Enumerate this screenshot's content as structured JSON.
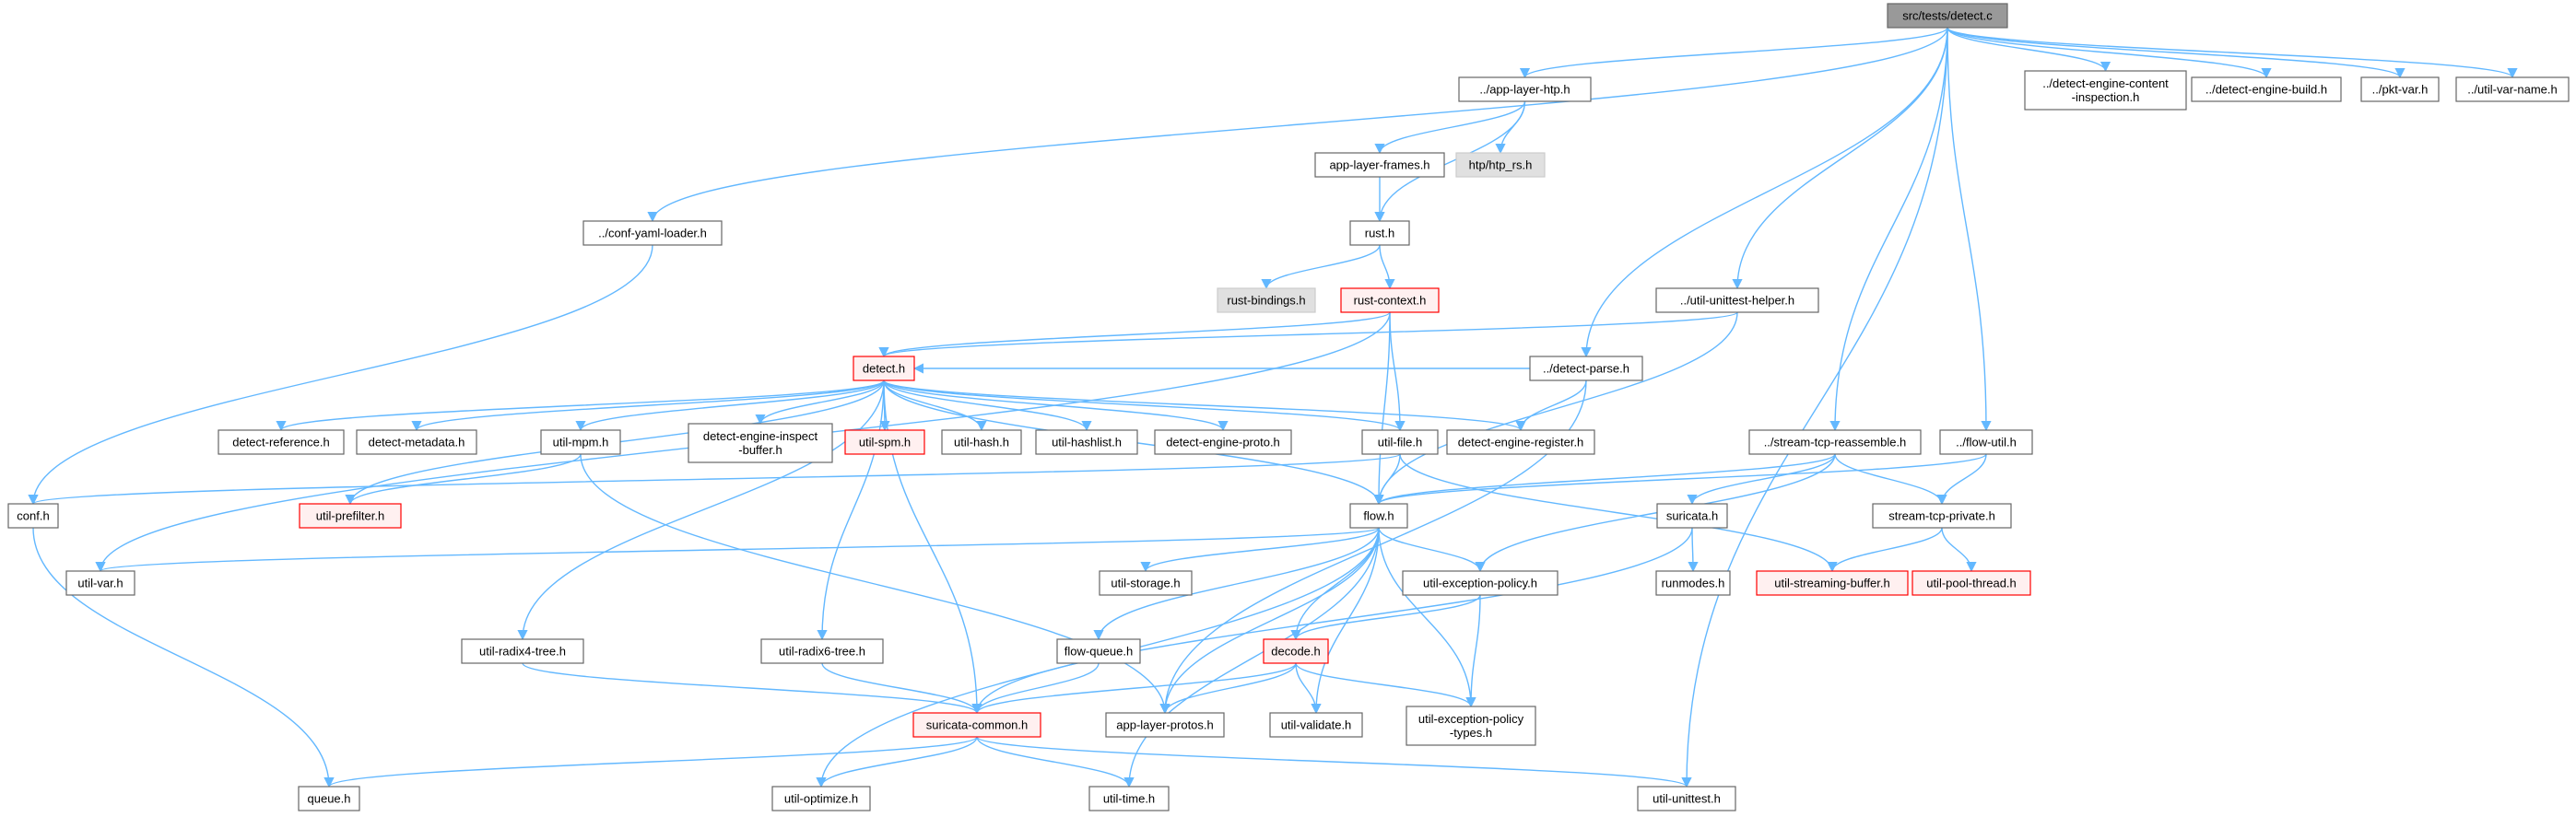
{
  "colors": {
    "edge": "#63b8ff",
    "node_fill": "#ffffff",
    "node_border": "#666666",
    "root_fill": "#999999",
    "external_fill": "#e0e0e0",
    "truncated_border": "#ff0000",
    "truncated_fill": "#fff0f0"
  },
  "nodes": [
    {
      "id": "src_tests_detect_c",
      "label": "src/tests/detect.c",
      "style": "root"
    },
    {
      "id": "app_layer_htp_h",
      "label": "../app-layer-htp.h",
      "style": "normal"
    },
    {
      "id": "detect_engine_content_inspection_h",
      "label": "../detect-engine-content\n-inspection.h",
      "style": "normal"
    },
    {
      "id": "detect_engine_build_h",
      "label": "../detect-engine-build.h",
      "style": "normal"
    },
    {
      "id": "pkt_var_h",
      "label": "../pkt-var.h",
      "style": "normal"
    },
    {
      "id": "util_var_name_h",
      "label": "../util-var-name.h",
      "style": "normal"
    },
    {
      "id": "app_layer_frames_h",
      "label": "app-layer-frames.h",
      "style": "normal"
    },
    {
      "id": "htp_rs_h",
      "label": "htp/htp_rs.h",
      "style": "external"
    },
    {
      "id": "conf_yaml_loader_h",
      "label": "../conf-yaml-loader.h",
      "style": "normal"
    },
    {
      "id": "rust_h",
      "label": "rust.h",
      "style": "normal"
    },
    {
      "id": "rust_bindings_h",
      "label": "rust-bindings.h",
      "style": "external"
    },
    {
      "id": "rust_context_h",
      "label": "rust-context.h",
      "style": "truncated"
    },
    {
      "id": "util_unittest_helper_h",
      "label": "../util-unittest-helper.h",
      "style": "normal"
    },
    {
      "id": "detect_h",
      "label": "detect.h",
      "style": "truncated"
    },
    {
      "id": "detect_parse_h",
      "label": "../detect-parse.h",
      "style": "normal"
    },
    {
      "id": "detect_reference_h",
      "label": "detect-reference.h",
      "style": "normal"
    },
    {
      "id": "detect_metadata_h",
      "label": "detect-metadata.h",
      "style": "normal"
    },
    {
      "id": "util_mpm_h",
      "label": "util-mpm.h",
      "style": "normal"
    },
    {
      "id": "detect_engine_inspect_buffer_h",
      "label": "detect-engine-inspect\n-buffer.h",
      "style": "normal"
    },
    {
      "id": "util_spm_h",
      "label": "util-spm.h",
      "style": "truncated"
    },
    {
      "id": "util_hash_h",
      "label": "util-hash.h",
      "style": "normal"
    },
    {
      "id": "util_hashlist_h",
      "label": "util-hashlist.h",
      "style": "normal"
    },
    {
      "id": "detect_engine_proto_h",
      "label": "detect-engine-proto.h",
      "style": "normal"
    },
    {
      "id": "util_file_h",
      "label": "util-file.h",
      "style": "normal"
    },
    {
      "id": "detect_engine_register_h",
      "label": "detect-engine-register.h",
      "style": "normal"
    },
    {
      "id": "stream_tcp_reassemble_h",
      "label": "../stream-tcp-reassemble.h",
      "style": "normal"
    },
    {
      "id": "flow_util_h",
      "label": "../flow-util.h",
      "style": "normal"
    },
    {
      "id": "conf_h",
      "label": "conf.h",
      "style": "normal"
    },
    {
      "id": "util_prefilter_h",
      "label": "util-prefilter.h",
      "style": "truncated"
    },
    {
      "id": "flow_h",
      "label": "flow.h",
      "style": "normal"
    },
    {
      "id": "suricata_h",
      "label": "suricata.h",
      "style": "normal"
    },
    {
      "id": "stream_tcp_private_h",
      "label": "stream-tcp-private.h",
      "style": "normal"
    },
    {
      "id": "util_var_h",
      "label": "util-var.h",
      "style": "normal"
    },
    {
      "id": "util_storage_h",
      "label": "util-storage.h",
      "style": "normal"
    },
    {
      "id": "util_exception_policy_h",
      "label": "util-exception-policy.h",
      "style": "normal"
    },
    {
      "id": "runmodes_h",
      "label": "runmodes.h",
      "style": "normal"
    },
    {
      "id": "util_streaming_buffer_h",
      "label": "util-streaming-buffer.h",
      "style": "truncated"
    },
    {
      "id": "util_pool_thread_h",
      "label": "util-pool-thread.h",
      "style": "truncated"
    },
    {
      "id": "util_radix4_tree_h",
      "label": "util-radix4-tree.h",
      "style": "normal"
    },
    {
      "id": "util_radix6_tree_h",
      "label": "util-radix6-tree.h",
      "style": "normal"
    },
    {
      "id": "flow_queue_h",
      "label": "flow-queue.h",
      "style": "normal"
    },
    {
      "id": "decode_h",
      "label": "decode.h",
      "style": "truncated"
    },
    {
      "id": "suricata_common_h",
      "label": "suricata-common.h",
      "style": "truncated"
    },
    {
      "id": "app_layer_protos_h",
      "label": "app-layer-protos.h",
      "style": "normal"
    },
    {
      "id": "util_validate_h",
      "label": "util-validate.h",
      "style": "normal"
    },
    {
      "id": "util_exception_policy_types_h",
      "label": "util-exception-policy\n-types.h",
      "style": "normal"
    },
    {
      "id": "queue_h",
      "label": "queue.h",
      "style": "normal"
    },
    {
      "id": "util_optimize_h",
      "label": "util-optimize.h",
      "style": "normal"
    },
    {
      "id": "util_time_h",
      "label": "util-time.h",
      "style": "normal"
    },
    {
      "id": "util_unittest_h",
      "label": "util-unittest.h",
      "style": "normal"
    }
  ],
  "edges": [
    [
      "src_tests_detect_c",
      "app_layer_htp_h"
    ],
    [
      "src_tests_detect_c",
      "detect_engine_content_inspection_h"
    ],
    [
      "src_tests_detect_c",
      "detect_engine_build_h"
    ],
    [
      "src_tests_detect_c",
      "pkt_var_h"
    ],
    [
      "src_tests_detect_c",
      "util_var_name_h"
    ],
    [
      "src_tests_detect_c",
      "conf_yaml_loader_h"
    ],
    [
      "src_tests_detect_c",
      "util_unittest_helper_h"
    ],
    [
      "src_tests_detect_c",
      "detect_parse_h"
    ],
    [
      "src_tests_detect_c",
      "stream_tcp_reassemble_h"
    ],
    [
      "src_tests_detect_c",
      "flow_util_h"
    ],
    [
      "src_tests_detect_c",
      "util_unittest_h"
    ],
    [
      "app_layer_htp_h",
      "app_layer_frames_h"
    ],
    [
      "app_layer_htp_h",
      "htp_rs_h"
    ],
    [
      "app_layer_htp_h",
      "rust_h"
    ],
    [
      "app_layer_frames_h",
      "rust_h"
    ],
    [
      "rust_h",
      "rust_bindings_h"
    ],
    [
      "rust_h",
      "rust_context_h"
    ],
    [
      "rust_context_h",
      "detect_h"
    ],
    [
      "rust_context_h",
      "util_file_h"
    ],
    [
      "rust_context_h",
      "util_var_h"
    ],
    [
      "rust_context_h",
      "flow_h"
    ],
    [
      "conf_yaml_loader_h",
      "conf_h"
    ],
    [
      "conf_h",
      "queue_h"
    ],
    [
      "util_unittest_helper_h",
      "detect_h"
    ],
    [
      "util_unittest_helper_h",
      "flow_h"
    ],
    [
      "detect_parse_h",
      "detect_h"
    ],
    [
      "detect_parse_h",
      "detect_engine_register_h"
    ],
    [
      "detect_parse_h",
      "app_layer_protos_h"
    ],
    [
      "detect_h",
      "detect_reference_h"
    ],
    [
      "detect_h",
      "detect_metadata_h"
    ],
    [
      "detect_h",
      "util_mpm_h"
    ],
    [
      "detect_h",
      "detect_engine_inspect_buffer_h"
    ],
    [
      "detect_h",
      "util_spm_h"
    ],
    [
      "detect_h",
      "util_hash_h"
    ],
    [
      "detect_h",
      "util_hashlist_h"
    ],
    [
      "detect_h",
      "detect_engine_proto_h"
    ],
    [
      "detect_h",
      "util_file_h"
    ],
    [
      "detect_h",
      "detect_engine_register_h"
    ],
    [
      "detect_h",
      "util_prefilter_h"
    ],
    [
      "detect_h",
      "flow_h"
    ],
    [
      "detect_h",
      "util_radix4_tree_h"
    ],
    [
      "detect_h",
      "util_radix6_tree_h"
    ],
    [
      "detect_h",
      "suricata_common_h"
    ],
    [
      "util_mpm_h",
      "util_prefilter_h"
    ],
    [
      "util_mpm_h",
      "app_layer_protos_h"
    ],
    [
      "util_file_h",
      "conf_h"
    ],
    [
      "util_file_h",
      "flow_h"
    ],
    [
      "util_file_h",
      "util_streaming_buffer_h"
    ],
    [
      "stream_tcp_reassemble_h",
      "flow_h"
    ],
    [
      "stream_tcp_reassemble_h",
      "suricata_h"
    ],
    [
      "stream_tcp_reassemble_h",
      "stream_tcp_private_h"
    ],
    [
      "stream_tcp_reassemble_h",
      "util_exception_policy_h"
    ],
    [
      "flow_util_h",
      "flow_h"
    ],
    [
      "flow_util_h",
      "stream_tcp_private_h"
    ],
    [
      "stream_tcp_private_h",
      "util_streaming_buffer_h"
    ],
    [
      "stream_tcp_private_h",
      "util_pool_thread_h"
    ],
    [
      "suricata_h",
      "runmodes_h"
    ],
    [
      "suricata_h",
      "suricata_common_h"
    ],
    [
      "flow_h",
      "util_var_h"
    ],
    [
      "flow_h",
      "util_storage_h"
    ],
    [
      "flow_h",
      "util_exception_policy_h"
    ],
    [
      "flow_h",
      "flow_queue_h"
    ],
    [
      "flow_h",
      "decode_h"
    ],
    [
      "flow_h",
      "app_layer_protos_h"
    ],
    [
      "flow_h",
      "util_validate_h"
    ],
    [
      "flow_h",
      "util_exception_policy_types_h"
    ],
    [
      "flow_h",
      "util_optimize_h"
    ],
    [
      "flow_h",
      "util_time_h"
    ],
    [
      "util_exception_policy_h",
      "decode_h"
    ],
    [
      "util_exception_policy_h",
      "util_exception_policy_types_h"
    ],
    [
      "flow_queue_h",
      "suricata_common_h"
    ],
    [
      "util_radix4_tree_h",
      "suricata_common_h"
    ],
    [
      "util_radix6_tree_h",
      "suricata_common_h"
    ],
    [
      "decode_h",
      "suricata_common_h"
    ],
    [
      "decode_h",
      "app_layer_protos_h"
    ],
    [
      "decode_h",
      "util_validate_h"
    ],
    [
      "decode_h",
      "util_exception_policy_types_h"
    ],
    [
      "suricata_common_h",
      "queue_h"
    ],
    [
      "suricata_common_h",
      "util_optimize_h"
    ],
    [
      "suricata_common_h",
      "util_time_h"
    ],
    [
      "suricata_common_h",
      "util_unittest_h"
    ]
  ]
}
